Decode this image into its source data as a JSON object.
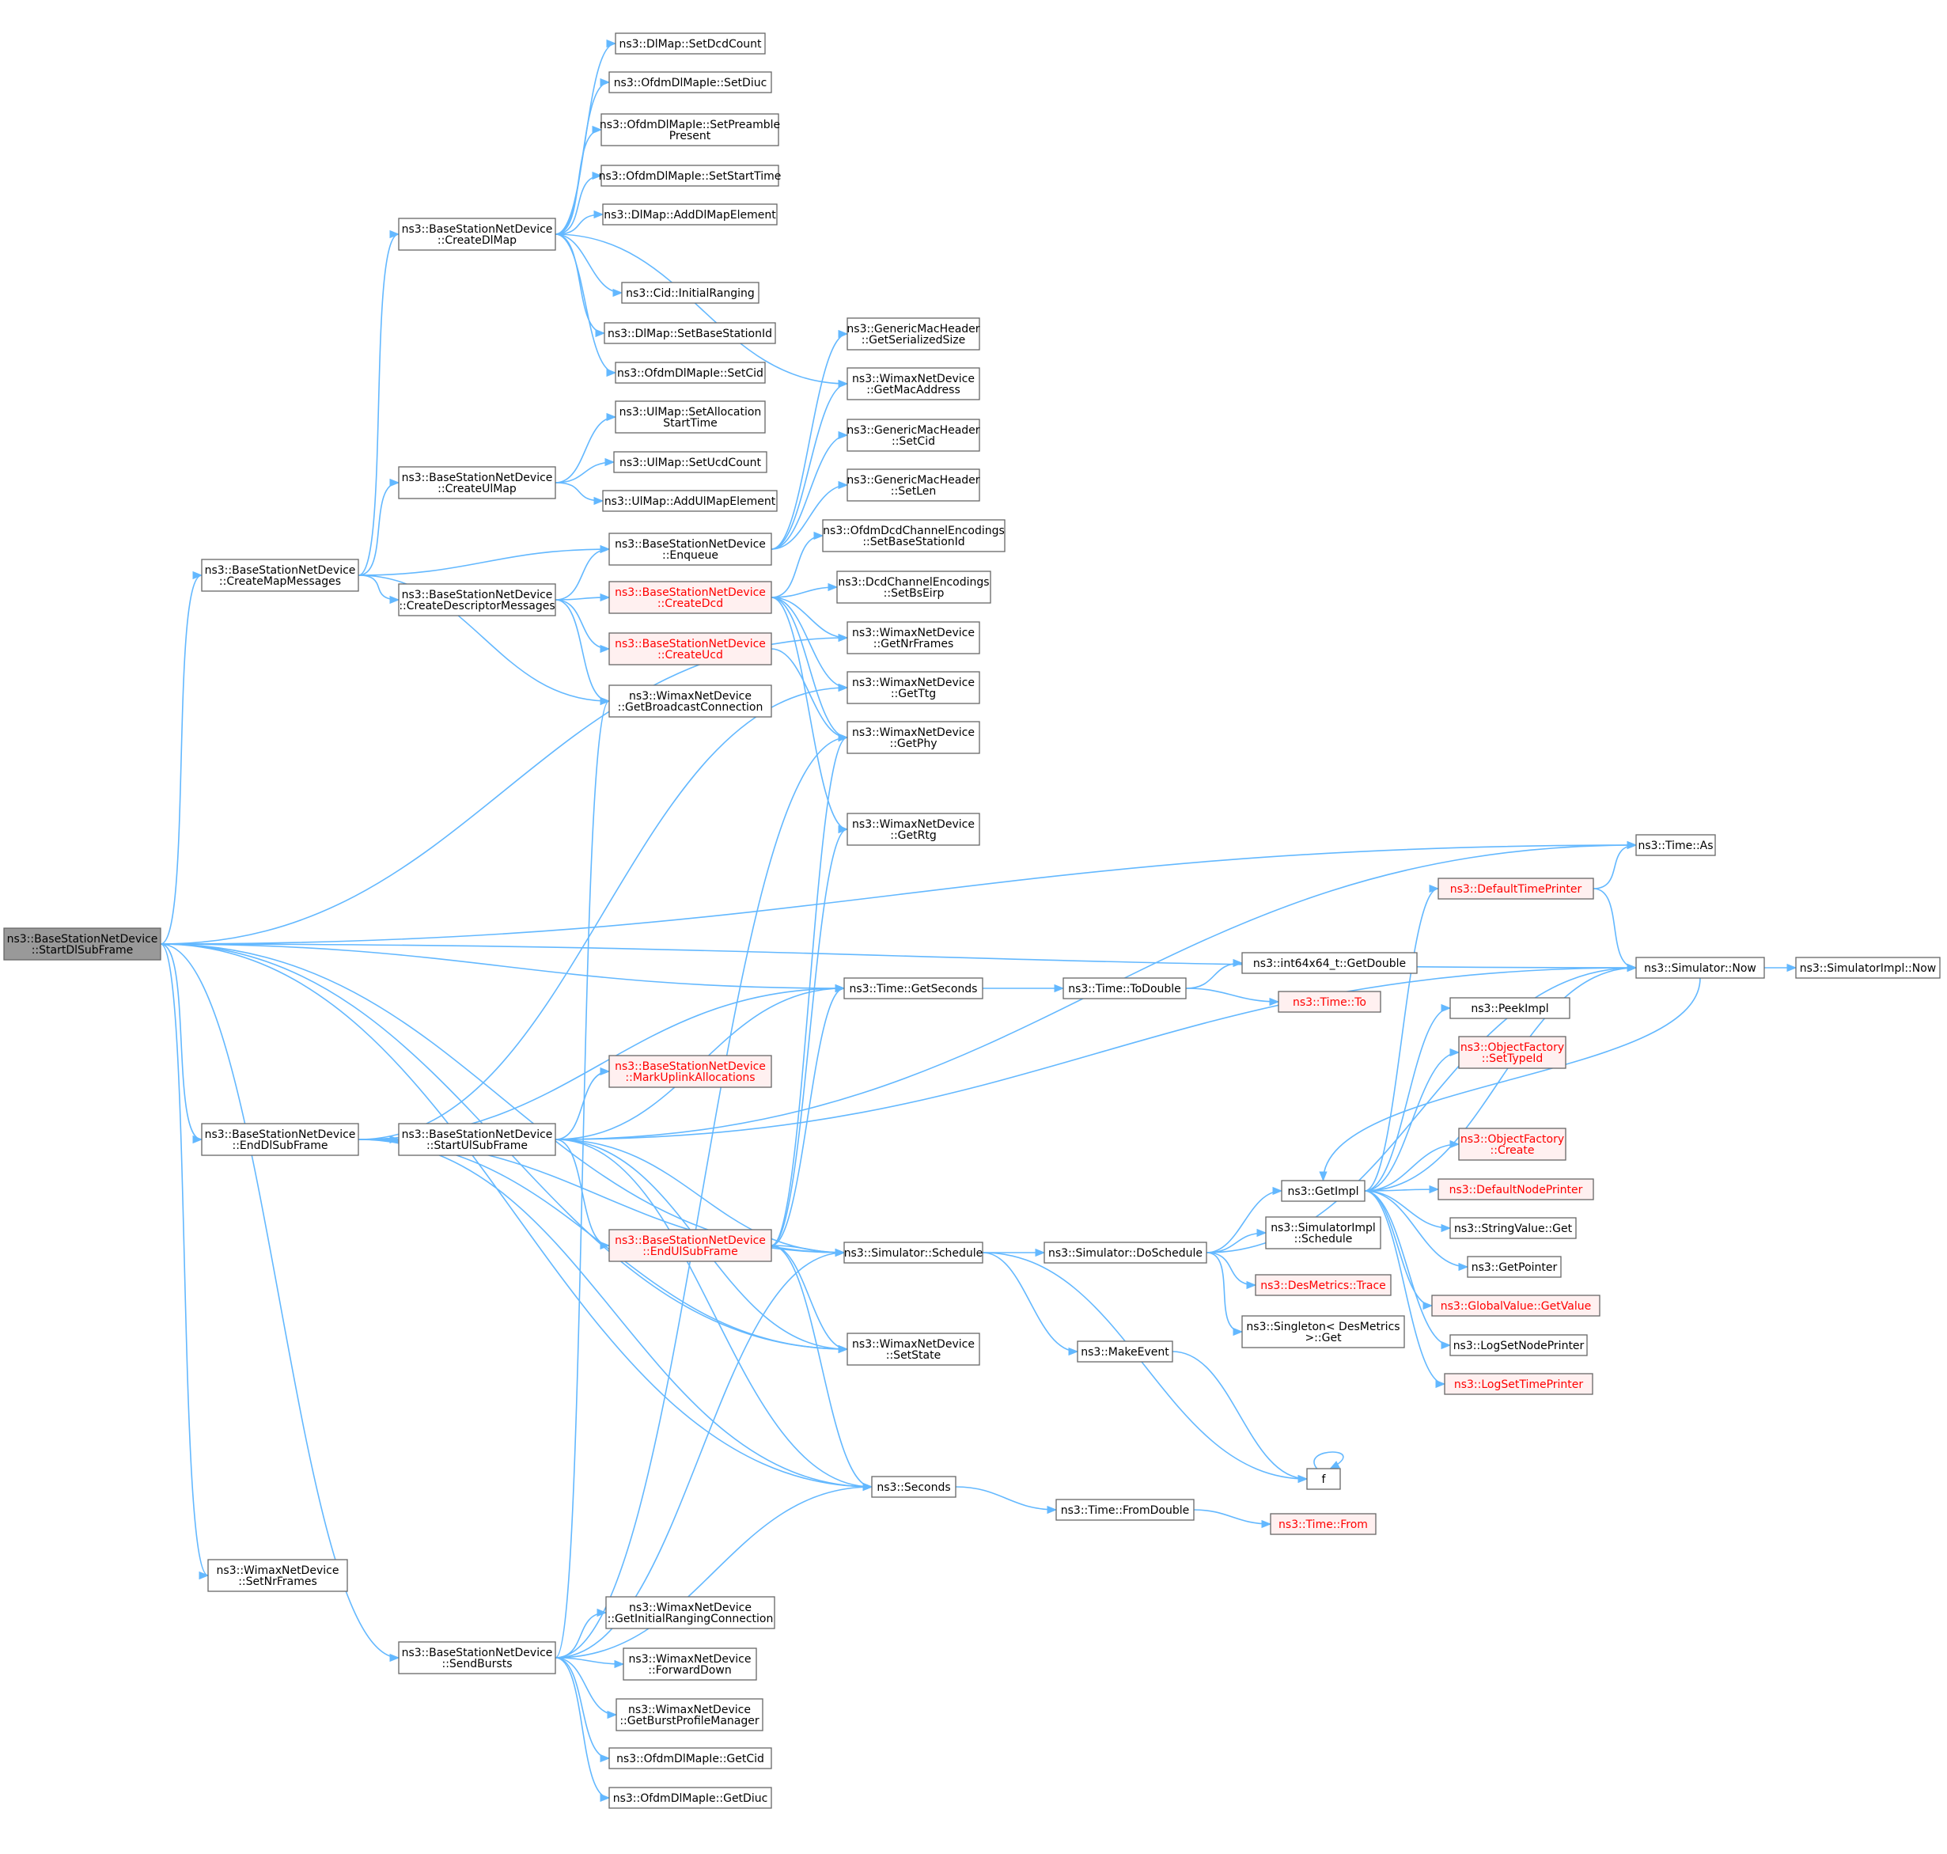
{
  "colors": {
    "edge": "#63b8ff",
    "node_fill": "#ffffff",
    "node_border": "#666666",
    "root_fill": "#999999",
    "truncated_fill": "#fff0f0",
    "truncated_border": "#ff0000",
    "truncated_text": "#ff0000"
  },
  "nodes": [
    {
      "id": "root",
      "lines": [
        "ns3::BaseStationNetDevice",
        "::StartDlSubFrame"
      ],
      "kind": "root"
    },
    {
      "id": "createMap",
      "lines": [
        "ns3::BaseStationNetDevice",
        "::CreateMapMessages"
      ]
    },
    {
      "id": "endDl",
      "lines": [
        "ns3::BaseStationNetDevice",
        "::EndDlSubFrame"
      ]
    },
    {
      "id": "setNrFrames",
      "lines": [
        "ns3::WimaxNetDevice",
        "::SetNrFrames"
      ]
    },
    {
      "id": "sendBursts",
      "lines": [
        "ns3::BaseStationNetDevice",
        "::SendBursts"
      ]
    },
    {
      "id": "createDlMap",
      "lines": [
        "ns3::BaseStationNetDevice",
        "::CreateDlMap"
      ]
    },
    {
      "id": "createUlMap",
      "lines": [
        "ns3::BaseStationNetDevice",
        "::CreateUlMap"
      ]
    },
    {
      "id": "createDesc",
      "lines": [
        "ns3::BaseStationNetDevice",
        "::CreateDescriptorMessages"
      ]
    },
    {
      "id": "startUl",
      "lines": [
        "ns3::BaseStationNetDevice",
        "::StartUlSubFrame"
      ]
    },
    {
      "id": "setDcdCount",
      "lines": [
        "ns3::DlMap::SetDcdCount"
      ]
    },
    {
      "id": "setDiuc",
      "lines": [
        "ns3::OfdmDlMapIe::SetDiuc"
      ]
    },
    {
      "id": "setPreamble",
      "lines": [
        "ns3::OfdmDlMapIe::SetPreamble",
        "Present"
      ]
    },
    {
      "id": "setStartTime",
      "lines": [
        "ns3::OfdmDlMapIe::SetStartTime"
      ]
    },
    {
      "id": "addDlMap",
      "lines": [
        "ns3::DlMap::AddDlMapElement"
      ]
    },
    {
      "id": "initialRanging",
      "lines": [
        "ns3::Cid::InitialRanging"
      ]
    },
    {
      "id": "setBaseStationId",
      "lines": [
        "ns3::DlMap::SetBaseStationId"
      ]
    },
    {
      "id": "setCidDl",
      "lines": [
        "ns3::OfdmDlMapIe::SetCid"
      ]
    },
    {
      "id": "setAllocStart",
      "lines": [
        "ns3::UlMap::SetAllocation",
        "StartTime"
      ]
    },
    {
      "id": "setUcdCount",
      "lines": [
        "ns3::UlMap::SetUcdCount"
      ]
    },
    {
      "id": "addUlMap",
      "lines": [
        "ns3::UlMap::AddUlMapElement"
      ]
    },
    {
      "id": "enqueue",
      "lines": [
        "ns3::BaseStationNetDevice",
        "::Enqueue"
      ]
    },
    {
      "id": "createDcd",
      "lines": [
        "ns3::BaseStationNetDevice",
        "::CreateDcd"
      ],
      "kind": "truncated"
    },
    {
      "id": "createUcd",
      "lines": [
        "ns3::BaseStationNetDevice",
        "::CreateUcd"
      ],
      "kind": "truncated"
    },
    {
      "id": "getBroadcast",
      "lines": [
        "ns3::WimaxNetDevice",
        "::GetBroadcastConnection"
      ]
    },
    {
      "id": "markUplink",
      "lines": [
        "ns3::BaseStationNetDevice",
        "::MarkUplinkAllocations"
      ],
      "kind": "truncated"
    },
    {
      "id": "endUl",
      "lines": [
        "ns3::BaseStationNetDevice",
        "::EndUlSubFrame"
      ],
      "kind": "truncated"
    },
    {
      "id": "getInitRanging",
      "lines": [
        "ns3::WimaxNetDevice",
        "::GetInitialRangingConnection"
      ]
    },
    {
      "id": "forwardDown",
      "lines": [
        "ns3::WimaxNetDevice",
        "::ForwardDown"
      ]
    },
    {
      "id": "getBurstProfile",
      "lines": [
        "ns3::WimaxNetDevice",
        "::GetBurstProfileManager"
      ]
    },
    {
      "id": "getCidIe",
      "lines": [
        "ns3::OfdmDlMapIe::GetCid"
      ]
    },
    {
      "id": "getDiucIe",
      "lines": [
        "ns3::OfdmDlMapIe::GetDiuc"
      ]
    },
    {
      "id": "getSerialized",
      "lines": [
        "ns3::GenericMacHeader",
        "::GetSerializedSize"
      ]
    },
    {
      "id": "getMac",
      "lines": [
        "ns3::WimaxNetDevice",
        "::GetMacAddress"
      ]
    },
    {
      "id": "setCidHdr",
      "lines": [
        "ns3::GenericMacHeader",
        "::SetCid"
      ]
    },
    {
      "id": "setLen",
      "lines": [
        "ns3::GenericMacHeader",
        "::SetLen"
      ]
    },
    {
      "id": "ofdmDcdSetBs",
      "lines": [
        "ns3::OfdmDcdChannelEncodings",
        "::SetBaseStationId"
      ]
    },
    {
      "id": "dcdSetBsEirp",
      "lines": [
        "ns3::DcdChannelEncodings",
        "::SetBsEirp"
      ]
    },
    {
      "id": "getNrFrames",
      "lines": [
        "ns3::WimaxNetDevice",
        "::GetNrFrames"
      ]
    },
    {
      "id": "getTtg",
      "lines": [
        "ns3::WimaxNetDevice",
        "::GetTtg"
      ]
    },
    {
      "id": "getPhy",
      "lines": [
        "ns3::WimaxNetDevice",
        "::GetPhy"
      ]
    },
    {
      "id": "getRtg",
      "lines": [
        "ns3::WimaxNetDevice",
        "::GetRtg"
      ]
    },
    {
      "id": "getSeconds",
      "lines": [
        "ns3::Time::GetSeconds"
      ]
    },
    {
      "id": "schedule",
      "lines": [
        "ns3::Simulator::Schedule"
      ]
    },
    {
      "id": "setState",
      "lines": [
        "ns3::WimaxNetDevice",
        "::SetState"
      ]
    },
    {
      "id": "seconds",
      "lines": [
        "ns3::Seconds"
      ]
    },
    {
      "id": "toDouble",
      "lines": [
        "ns3::Time::ToDouble"
      ]
    },
    {
      "id": "doSchedule",
      "lines": [
        "ns3::Simulator::DoSchedule"
      ]
    },
    {
      "id": "makeEvent",
      "lines": [
        "ns3::MakeEvent"
      ]
    },
    {
      "id": "fromDouble",
      "lines": [
        "ns3::Time::FromDouble"
      ]
    },
    {
      "id": "getDoubleInt",
      "lines": [
        "ns3::int64x64_t::GetDouble"
      ]
    },
    {
      "id": "timeTo",
      "lines": [
        "ns3::Time::To"
      ],
      "kind": "truncated"
    },
    {
      "id": "getImpl",
      "lines": [
        "ns3::GetImpl"
      ]
    },
    {
      "id": "implSchedule",
      "lines": [
        "ns3::SimulatorImpl",
        "::Schedule"
      ]
    },
    {
      "id": "desTrace",
      "lines": [
        "ns3::DesMetrics::Trace"
      ],
      "kind": "truncated"
    },
    {
      "id": "singletonGet",
      "lines": [
        "ns3::Singleton< DesMetrics",
        ">::Get"
      ]
    },
    {
      "id": "f",
      "lines": [
        "f"
      ]
    },
    {
      "id": "timeFrom",
      "lines": [
        "ns3::Time::From"
      ],
      "kind": "truncated"
    },
    {
      "id": "timeAs",
      "lines": [
        "ns3::Time::As"
      ]
    },
    {
      "id": "defaultTimePrinter",
      "lines": [
        "ns3::DefaultTimePrinter"
      ],
      "kind": "truncated"
    },
    {
      "id": "now",
      "lines": [
        "ns3::Simulator::Now"
      ]
    },
    {
      "id": "implNow",
      "lines": [
        "ns3::SimulatorImpl::Now"
      ]
    },
    {
      "id": "peekImpl",
      "lines": [
        "ns3::PeekImpl"
      ]
    },
    {
      "id": "setTypeId",
      "lines": [
        "ns3::ObjectFactory",
        "::SetTypeId"
      ],
      "kind": "truncated"
    },
    {
      "id": "ofCreate",
      "lines": [
        "ns3::ObjectFactory",
        "::Create"
      ],
      "kind": "truncated"
    },
    {
      "id": "defaultNodePrinter",
      "lines": [
        "ns3::DefaultNodePrinter"
      ],
      "kind": "truncated"
    },
    {
      "id": "stringValueGet",
      "lines": [
        "ns3::StringValue::Get"
      ]
    },
    {
      "id": "getPointer",
      "lines": [
        "ns3::GetPointer"
      ]
    },
    {
      "id": "globalGetValue",
      "lines": [
        "ns3::GlobalValue::GetValue"
      ],
      "kind": "truncated"
    },
    {
      "id": "logSetNodePrinter",
      "lines": [
        "ns3::LogSetNodePrinter"
      ]
    },
    {
      "id": "logSetTimePrinter",
      "lines": [
        "ns3::LogSetTimePrinter"
      ],
      "kind": "truncated"
    }
  ],
  "edges": [
    [
      "root",
      "createMap"
    ],
    [
      "root",
      "endDl"
    ],
    [
      "root",
      "setNrFrames"
    ],
    [
      "root",
      "sendBursts"
    ],
    [
      "root",
      "timeAs"
    ],
    [
      "root",
      "getNrFrames"
    ],
    [
      "root",
      "now"
    ],
    [
      "root",
      "getSeconds"
    ],
    [
      "root",
      "schedule"
    ],
    [
      "root",
      "setState"
    ],
    [
      "root",
      "seconds"
    ],
    [
      "createMap",
      "createDlMap"
    ],
    [
      "createMap",
      "createUlMap"
    ],
    [
      "createMap",
      "enqueue"
    ],
    [
      "createMap",
      "createDesc"
    ],
    [
      "createMap",
      "getBroadcast"
    ],
    [
      "createDlMap",
      "setDcdCount"
    ],
    [
      "createDlMap",
      "setDiuc"
    ],
    [
      "createDlMap",
      "setPreamble"
    ],
    [
      "createDlMap",
      "setStartTime"
    ],
    [
      "createDlMap",
      "addDlMap"
    ],
    [
      "createDlMap",
      "initialRanging"
    ],
    [
      "createDlMap",
      "setBaseStationId"
    ],
    [
      "createDlMap",
      "setCidDl"
    ],
    [
      "createDlMap",
      "getMac"
    ],
    [
      "createUlMap",
      "setAllocStart"
    ],
    [
      "createUlMap",
      "setUcdCount"
    ],
    [
      "createUlMap",
      "addUlMap"
    ],
    [
      "createDesc",
      "enqueue"
    ],
    [
      "createDesc",
      "createDcd"
    ],
    [
      "createDesc",
      "createUcd"
    ],
    [
      "createDesc",
      "getBroadcast"
    ],
    [
      "enqueue",
      "getSerialized"
    ],
    [
      "enqueue",
      "getMac"
    ],
    [
      "enqueue",
      "setCidHdr"
    ],
    [
      "enqueue",
      "setLen"
    ],
    [
      "createDcd",
      "ofdmDcdSetBs"
    ],
    [
      "createDcd",
      "dcdSetBsEirp"
    ],
    [
      "createDcd",
      "getNrFrames"
    ],
    [
      "createDcd",
      "getTtg"
    ],
    [
      "createDcd",
      "getPhy"
    ],
    [
      "createDcd",
      "getRtg"
    ],
    [
      "createUcd",
      "getPhy"
    ],
    [
      "endDl",
      "startUl"
    ],
    [
      "endDl",
      "getSeconds"
    ],
    [
      "endDl",
      "getTtg"
    ],
    [
      "endDl",
      "schedule"
    ],
    [
      "endDl",
      "setState"
    ],
    [
      "endDl",
      "seconds"
    ],
    [
      "startUl",
      "timeAs"
    ],
    [
      "startUl",
      "getSeconds"
    ],
    [
      "startUl",
      "markUplink"
    ],
    [
      "startUl",
      "endUl"
    ],
    [
      "startUl",
      "now"
    ],
    [
      "startUl",
      "schedule"
    ],
    [
      "startUl",
      "setState"
    ],
    [
      "startUl",
      "seconds"
    ],
    [
      "endUl",
      "getPhy"
    ],
    [
      "endUl",
      "getRtg"
    ],
    [
      "endUl",
      "getSeconds"
    ],
    [
      "endUl",
      "schedule"
    ],
    [
      "endUl",
      "setState"
    ],
    [
      "endUl",
      "seconds"
    ],
    [
      "sendBursts",
      "getBroadcast"
    ],
    [
      "sendBursts",
      "getPhy"
    ],
    [
      "sendBursts",
      "schedule"
    ],
    [
      "sendBursts",
      "getInitRanging"
    ],
    [
      "sendBursts",
      "forwardDown"
    ],
    [
      "sendBursts",
      "getBurstProfile"
    ],
    [
      "sendBursts",
      "getCidIe"
    ],
    [
      "sendBursts",
      "getDiucIe"
    ],
    [
      "sendBursts",
      "seconds"
    ],
    [
      "getSeconds",
      "toDouble"
    ],
    [
      "toDouble",
      "getDoubleInt"
    ],
    [
      "toDouble",
      "timeTo"
    ],
    [
      "schedule",
      "doSchedule"
    ],
    [
      "schedule",
      "makeEvent"
    ],
    [
      "schedule",
      "f"
    ],
    [
      "doSchedule",
      "getImpl"
    ],
    [
      "doSchedule",
      "implSchedule"
    ],
    [
      "doSchedule",
      "desTrace"
    ],
    [
      "doSchedule",
      "singletonGet"
    ],
    [
      "doSchedule",
      "now"
    ],
    [
      "makeEvent",
      "f"
    ],
    [
      "f",
      "f"
    ],
    [
      "seconds",
      "fromDouble"
    ],
    [
      "fromDouble",
      "timeFrom"
    ],
    [
      "getImpl",
      "defaultTimePrinter"
    ],
    [
      "getImpl",
      "peekImpl"
    ],
    [
      "getImpl",
      "setTypeId"
    ],
    [
      "getImpl",
      "ofCreate"
    ],
    [
      "getImpl",
      "defaultNodePrinter"
    ],
    [
      "getImpl",
      "stringValueGet"
    ],
    [
      "getImpl",
      "getPointer"
    ],
    [
      "getImpl",
      "globalGetValue"
    ],
    [
      "getImpl",
      "logSetNodePrinter"
    ],
    [
      "getImpl",
      "logSetTimePrinter"
    ],
    [
      "getImpl",
      "now"
    ],
    [
      "defaultTimePrinter",
      "timeAs"
    ],
    [
      "defaultTimePrinter",
      "now"
    ],
    [
      "now",
      "implNow"
    ],
    [
      "now",
      "getImpl"
    ]
  ]
}
